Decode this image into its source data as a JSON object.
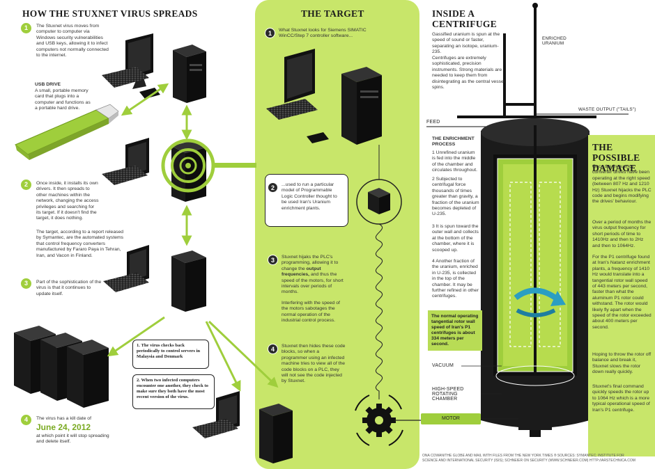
{
  "colors": {
    "accent": "#9fce3c",
    "panel": "#c8e66a",
    "dark": "#1e1e1e",
    "arrow": "#2b9ec2"
  },
  "section1": {
    "title": "HOW THE STUXNET VIRUS SPREADS",
    "steps": [
      {
        "num": "1",
        "text": "The Stuxnet virus moves from computer to computer via Windows security vulnerabilities and USB keys, allowing it to infect computers not normally connected to the internet."
      },
      {
        "num": "2",
        "text": "Once inside, it installs its own drivers. It then spreads to other machines within the network, changing the access privileges and searching for its target. If it doesn't find the target, it does nothing."
      },
      {
        "num": "3",
        "text": "Part of the sophistication of the virus is that it continues to update itself."
      },
      {
        "num": "4",
        "text_before": "The virus has a kill date of",
        "date": "June 24, 2012",
        "text_after": "at which point it will stop spreading and delete itself."
      }
    ],
    "usb": {
      "title": "USB DRIVE",
      "text": "A small, portable memory card that plugs into a computer and functions as a portable hard drive."
    },
    "target_note": "The target, according to a report released by Symantec, are the automated systems that control frequency converters manufactured by Fararo Paya in Tehran, Iran, and Vacon in Finland.",
    "callout1": "1. The virus checks back periodically to control servers in Malaysia and Denmark",
    "callout2": "2. When two infected computers encounter one another, they check to make sure they both have the most recent version of the virus."
  },
  "section2": {
    "title": "THE TARGET",
    "steps": [
      {
        "num": "1",
        "text": "What Stuxnet looks for Siemens SIMATIC WinCC/Step 7 controller software..."
      },
      {
        "num": "2",
        "text": "...used to run a particular model of Programmable Logic Controller thought to be used Iran's Uranium enrichment plants."
      },
      {
        "num": "3",
        "text_a": "Stuxnet hijaks the PLC's programming, allowing it to change the",
        "bold": "output frequencies,",
        "text_b": "and thus the speed of the motors, for short intervals over periods of months.",
        "text_c": "Interfering with the speed of the motors sabotages the normal operation of the industrial control process."
      },
      {
        "num": "4",
        "text": "Stuxnet then hides these code blocks, so when a programmer using an infected machine tries to view all of the code blocks on a PLC, they will not see the code injected by Stuxnet."
      }
    ]
  },
  "section3": {
    "title": "INSIDE A CENTRIFUGE",
    "intro1": "Gassified uranium is spun at the speed of sound or faster, separating an isotope, uranium-235.",
    "intro2": "Centrifuges are extremely sophisticated, precision instruments. Strong materials are needed to keep them from disintegrating as the central vessel spins.",
    "enrichment_title": "THE ENRICHMENT PROCESS",
    "enrichment": [
      "1  Unrefined uranium is fed into the middle of the chamber and circulates throughout.",
      "2  Subjected to centrifugal force thousands of times greater than gravity, a fraction of the uranium becomes depleted of U-235.",
      "3  It is spun toward the outer wall and collects at the bottom of the chamber, where it is scooped up.",
      "4  Another fraction of the uranium, enriched in U-235, is collected in the top of the chamber. It may be further refined in other centrifuges."
    ],
    "rotor_note": "The normal operating tangential rotor wall speed of Iran's P1 centrifuges is about 334 meters per second.",
    "labels": {
      "enriched": "ENRICHED URANIUM",
      "waste": "WASTE OUTPUT (\"TAILS\")",
      "feed": "FEED",
      "vacuum": "VACUUM",
      "chamber": "HIGH-SPEED ROTATING CHAMBER",
      "motor": "MOTOR"
    }
  },
  "section4": {
    "title": "THE POSSIBLE DAMAGE",
    "paras": [
      "Once the frequency converter drives have been operating at the right speed (between 807 Hz and 1210 Hz) Stuxnet hijacks the PLC code and begins modifying the drives' behaviour.",
      "Over a period of months the virus output frequency for short periods of time to 1410Hz and then to 2Hz and then to 1064Hz.",
      "For the P1 centrifuge found at Iran's Natanz enrichment plants, a frequency of 1410 Hz would translate into a tangential rotor wall speed of 443 meters per second, faster than what the aluminum P1 rotor could withstand. The rotor would likely fly apart when the speed of the rotor exceeded about 400 meters per second.",
      "Hoping to throw the rotor off balance and break it, Stuxnet slows the rotor down really quickly.",
      "Stuxnet's final command quickly speeds the rotor up to 1064 Hz which is a more typical operational speed of Iran's P1 centrifuge."
    ]
  },
  "credits": "ONA COWAN/THE GLOBE AND MAIL WITH FILES FROM THE NEW YORK TIMES ® SOURCES: SYMANTEC; INSTITUTE FOR SCIENCE AND INTERNATIONAL SECURITY (ISIS); SCHNEIER ON SECURITY (WWW.SCHNEIER.COM) HTTP://ARSTECHNICA.COM"
}
